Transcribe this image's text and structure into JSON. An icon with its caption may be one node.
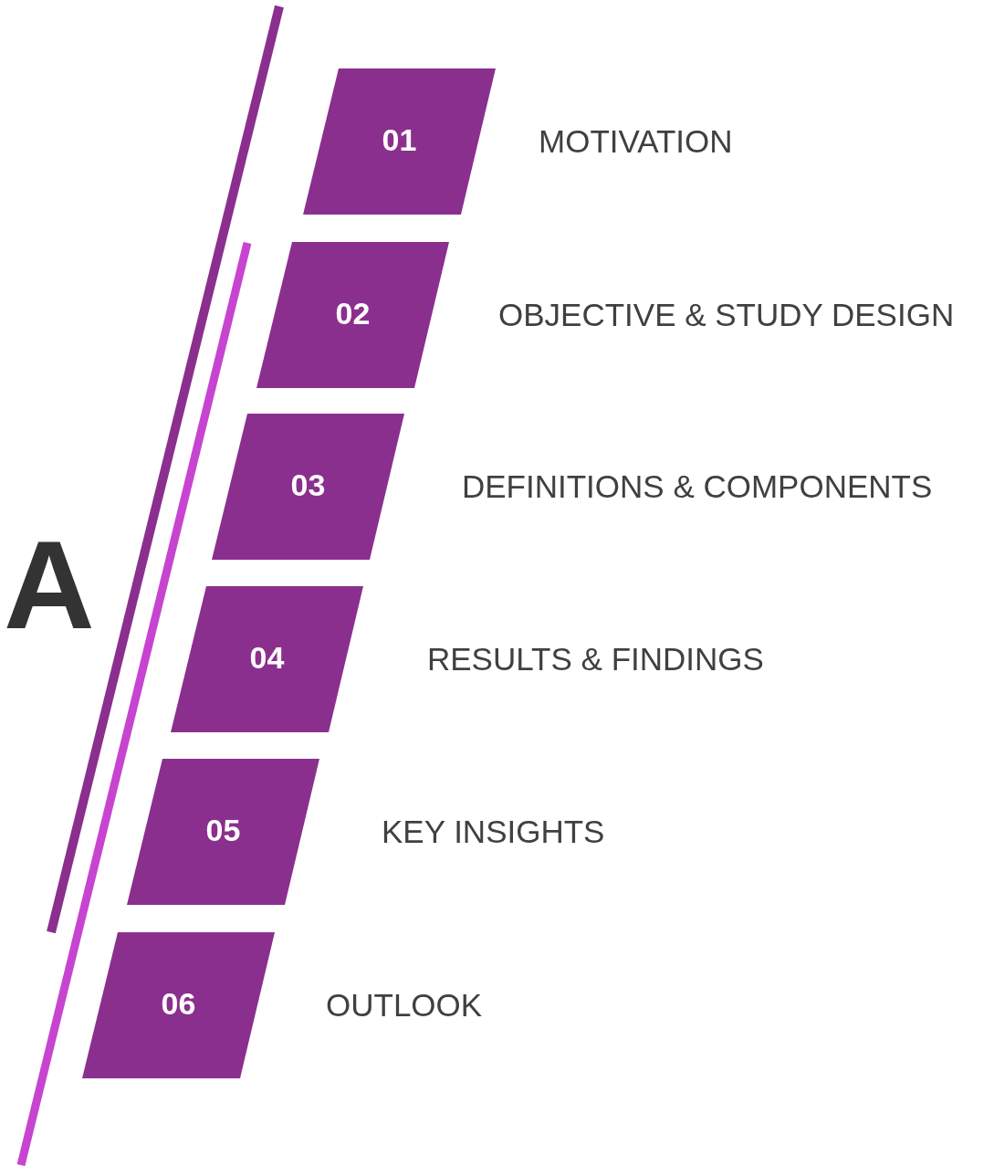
{
  "diagram": {
    "nodes": [
      {
        "text": [
          "01"
        ],
        "beside": [
          "MOTIVATION"
        ]
      },
      {
        "text": [
          "02"
        ],
        "beside": [
          "OBJECTIVE & STUDY DESIGN"
        ]
      },
      {
        "text": [
          "03"
        ],
        "beside": [
          "DEFINITIONS & COMPONENTS"
        ]
      },
      {
        "text": [
          "04"
        ],
        "beside": [
          "RESULTS & FINDINGS"
        ]
      },
      {
        "text": [
          "05"
        ],
        "beside": [
          "KEY INSIGHTS"
        ]
      },
      {
        "text": [
          "06"
        ],
        "beside": [
          "OUTLOOK"
        ]
      }
    ],
    "labels": [
      "A"
    ]
  }
}
